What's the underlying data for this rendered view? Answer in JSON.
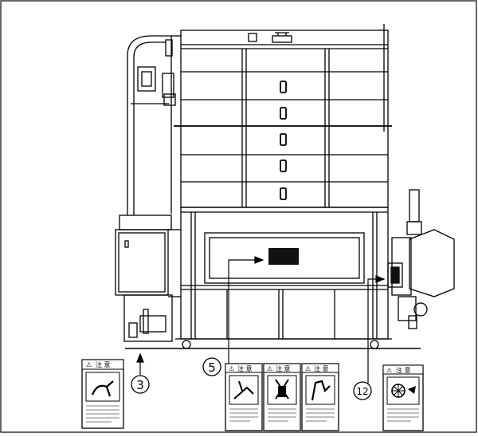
{
  "callouts": [
    {
      "id": "3",
      "label": "③"
    },
    {
      "id": "5",
      "label": "⑤"
    },
    {
      "id": "12",
      "label": "⑫"
    }
  ],
  "labels": {
    "warning_header": "注 意",
    "warning_symbol": "⚠"
  },
  "colors": {
    "line": "#000000",
    "background": "#ffffff",
    "decal_fill": "#111111"
  }
}
